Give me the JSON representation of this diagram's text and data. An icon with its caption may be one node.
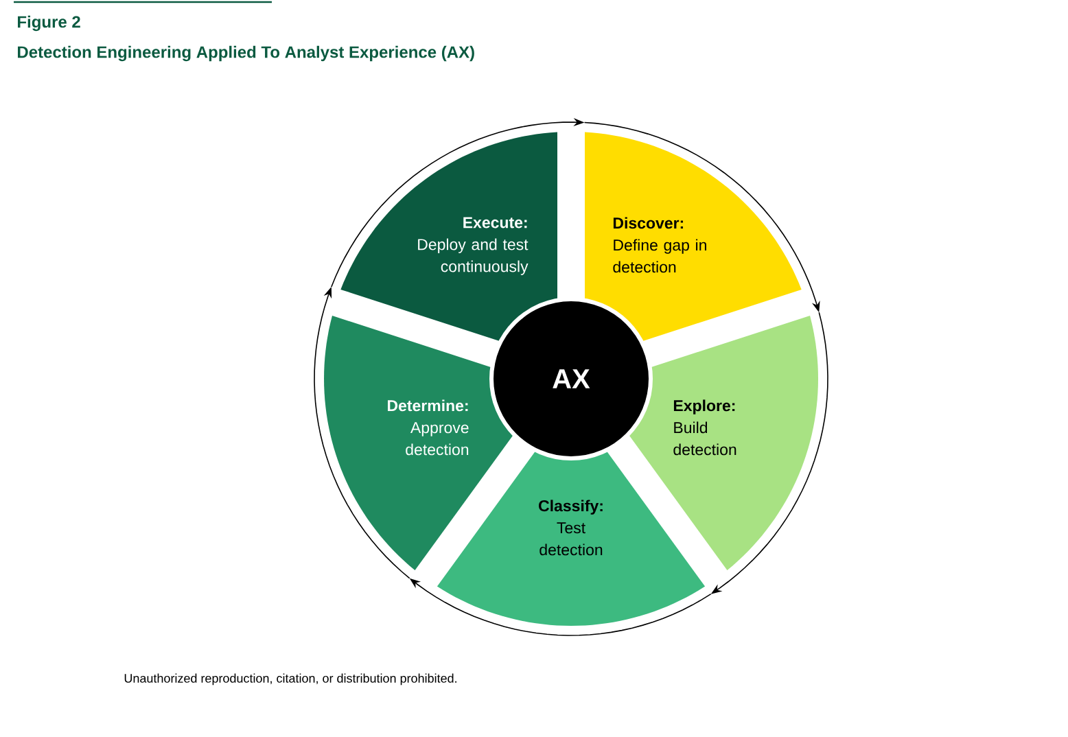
{
  "diagram": {
    "title": "Detection Engineering Applied To Analyst Experience (AX)",
    "nodes": [
      {
        "text": [
          "Discover:",
          "Define gap in detection"
        ]
      },
      {
        "text": [
          "Explore:",
          "Build detection"
        ]
      },
      {
        "text": [
          "Classify:",
          "Test detection"
        ]
      },
      {
        "text": [
          "Determine:",
          "Approve detection"
        ]
      },
      {
        "text": [
          "Execute:",
          "Deploy and test continuously"
        ]
      },
      {
        "text": [
          "AX"
        ]
      }
    ],
    "edges": [
      {
        "from": 4,
        "to": 0,
        "arrow": "to"
      },
      {
        "from": 0,
        "to": 1,
        "arrow": "to"
      },
      {
        "from": 1,
        "to": 2,
        "arrow": "to"
      },
      {
        "from": 2,
        "to": 3,
        "arrow": "to"
      },
      {
        "from": 3,
        "to": 4,
        "arrow": "to"
      }
    ],
    "labels": [
      "Figure 2",
      "Unauthorized reproduction, citation, or distribution prohibited."
    ]
  }
}
